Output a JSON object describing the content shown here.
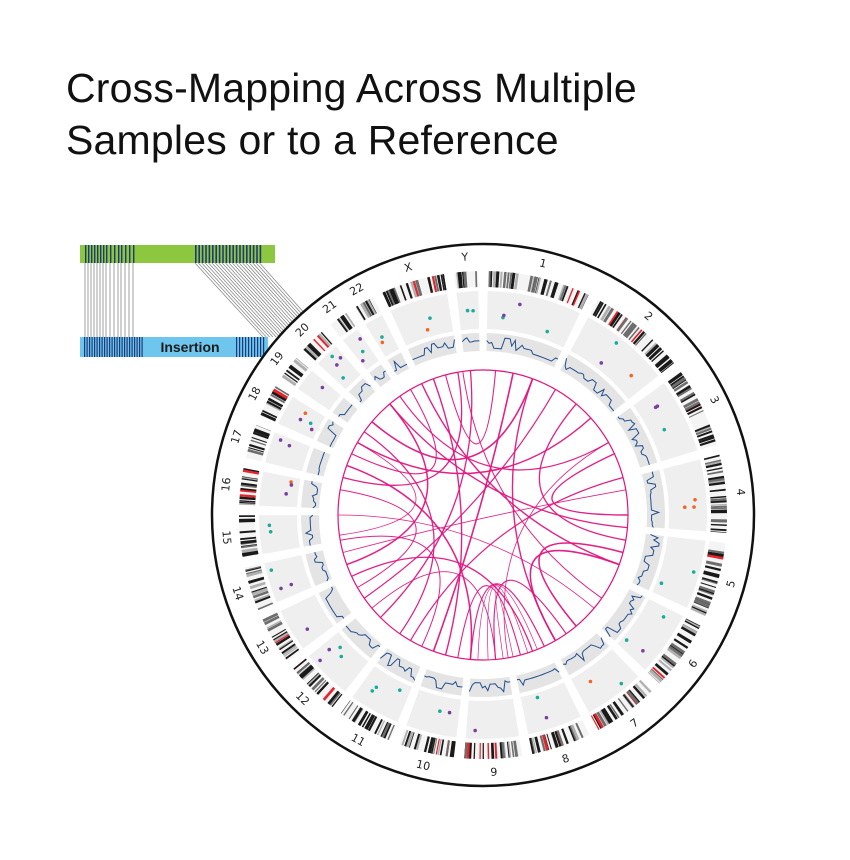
{
  "title": {
    "line1": "Cross-Mapping Across Multiple",
    "line2": "Samples or to a Reference"
  },
  "inset": {
    "label": "Insertion",
    "top_bar_color": "#8dc63f",
    "bottom_bar_color": "#6ec6ee",
    "stripe_color": "#1f3a7a"
  },
  "colors": {
    "link": "#e0157f",
    "lines": "#1f4e8c",
    "dot_teal": "#1aab9b",
    "dot_purple": "#7b3fa0",
    "dot_orange": "#f26522",
    "band_red": "#e8232a",
    "track_bg": "#efefef"
  },
  "chromosomes": [
    {
      "name": "1",
      "size": 10
    },
    {
      "name": "2",
      "size": 9.6
    },
    {
      "name": "3",
      "size": 7.9
    },
    {
      "name": "4",
      "size": 7.6
    },
    {
      "name": "5",
      "size": 7.3
    },
    {
      "name": "6",
      "size": 6.9
    },
    {
      "name": "7",
      "size": 6.4
    },
    {
      "name": "8",
      "size": 5.8
    },
    {
      "name": "9",
      "size": 5.6
    },
    {
      "name": "10",
      "size": 5.4
    },
    {
      "name": "11",
      "size": 5.4
    },
    {
      "name": "12",
      "size": 5.3
    },
    {
      "name": "13",
      "size": 4.6
    },
    {
      "name": "14",
      "size": 4.3
    },
    {
      "name": "15",
      "size": 4.1
    },
    {
      "name": "16",
      "size": 3.6
    },
    {
      "name": "17",
      "size": 3.3
    },
    {
      "name": "18",
      "size": 3.2
    },
    {
      "name": "19",
      "size": 2.4
    },
    {
      "name": "20",
      "size": 2.6
    },
    {
      "name": "21",
      "size": 1.9
    },
    {
      "name": "22",
      "size": 2.0
    },
    {
      "name": "X",
      "size": 6.2
    },
    {
      "name": "Y",
      "size": 2.3
    }
  ]
}
